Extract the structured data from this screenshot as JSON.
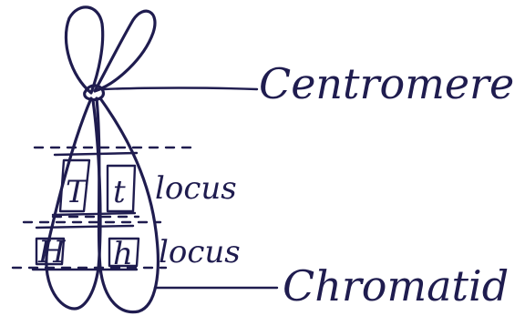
{
  "labels": {
    "centromere": "Centromere",
    "locus_1": "locus",
    "locus_2": "locus",
    "chromatid": "Chromatid"
  },
  "alleles": {
    "left_upper": "T",
    "right_upper": "t",
    "left_lower": "H",
    "right_lower": "h"
  },
  "colors": {
    "ink": "#1f1c4f",
    "background": "#ffffff"
  }
}
